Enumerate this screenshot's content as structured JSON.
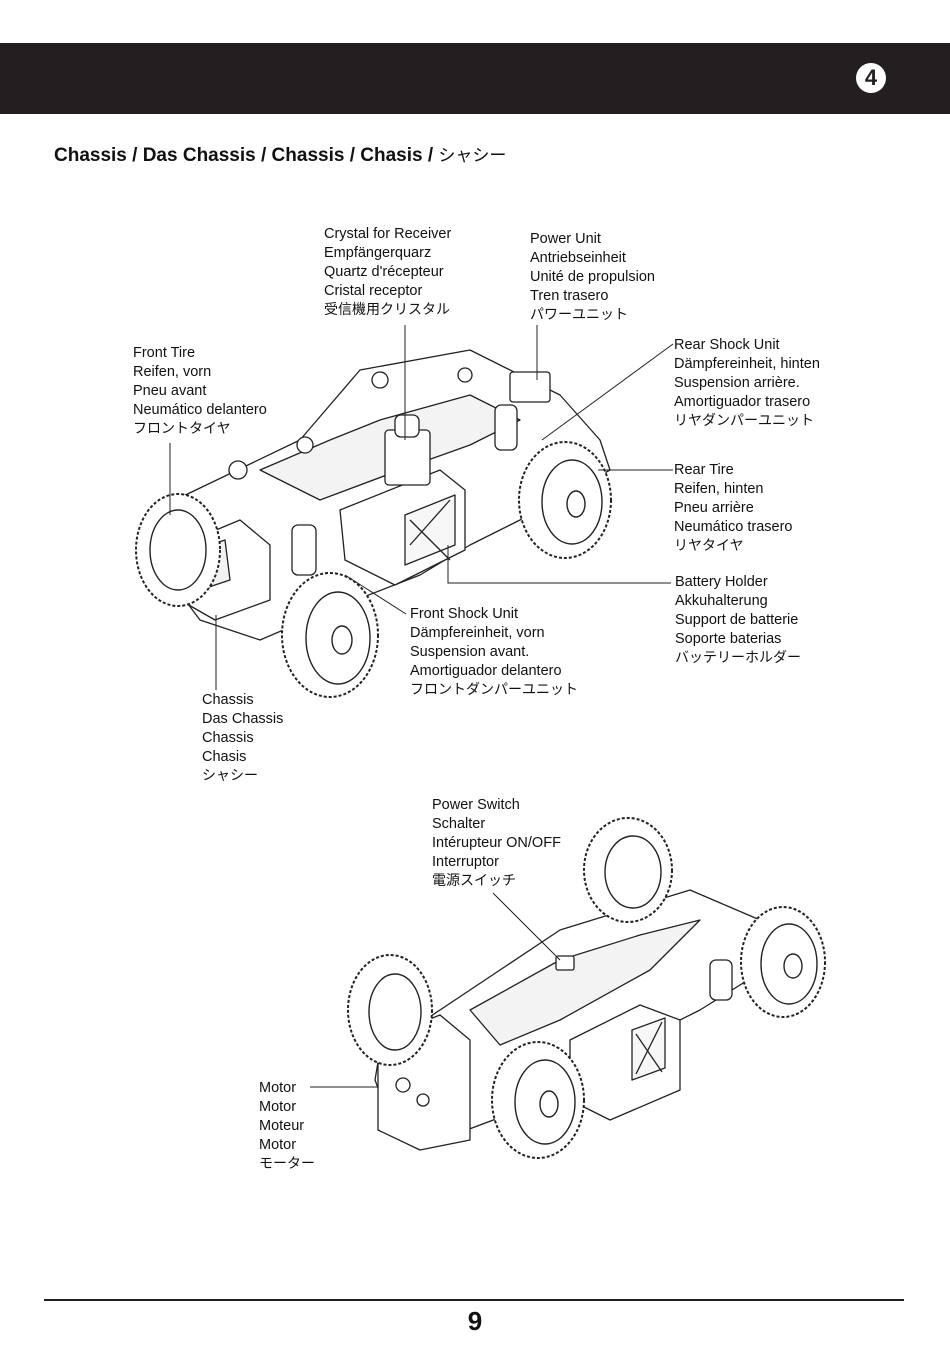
{
  "header": {
    "section_number": "4"
  },
  "title": {
    "main": "Chassis / Das Chassis / Chassis / Chasis /",
    "japanese": "シャシー"
  },
  "labels": {
    "crystal": {
      "en": "Crystal for Receiver",
      "de": "Empfängerquarz",
      "fr": "Quartz d'récepteur",
      "es": "Cristal receptor",
      "jp": "受信機用クリスタル"
    },
    "power_unit": {
      "en": "Power Unit",
      "de": "Antriebseinheit",
      "fr": "Unité de propulsion",
      "es": "Tren trasero",
      "jp": "パワーユニット"
    },
    "front_tire": {
      "en": "Front Tire",
      "de": "Reifen, vorn",
      "fr": "Pneu avant",
      "es": "Neumático delantero",
      "jp": "フロントタイヤ"
    },
    "rear_shock": {
      "en": "Rear Shock Unit",
      "de": "Dämpfereinheit, hinten",
      "fr": "Suspension arrière.",
      "es": "Amortiguador trasero",
      "jp": "リヤダンパーユニット"
    },
    "rear_tire": {
      "en": "Rear Tire",
      "de": "Reifen, hinten",
      "fr": "Pneu arrière",
      "es": "Neumático trasero",
      "jp": "リヤタイヤ"
    },
    "battery_holder": {
      "en": "Battery Holder",
      "de": "Akkuhalterung",
      "fr": "Support de batterie",
      "es": "Soporte baterias",
      "jp": "バッテリーホルダー"
    },
    "front_shock": {
      "en": "Front Shock Unit",
      "de": "Dämpfereinheit, vorn",
      "fr": "Suspension avant.",
      "es": "Amortiguador delantero",
      "jp": "フロントダンパーユニット"
    },
    "chassis": {
      "en": "Chassis",
      "de": "Das Chassis",
      "fr": "Chassis",
      "es": "Chasis",
      "jp": "シャシー"
    },
    "power_switch": {
      "en": "Power Switch",
      "de": "Schalter",
      "fr": "Intérupteur ON/OFF",
      "es": "Interruptor",
      "jp": "電源スイッチ"
    },
    "motor": {
      "en": "Motor",
      "de": "Motor",
      "fr": "Moteur",
      "es": "Motor",
      "jp": "モーター"
    }
  },
  "footer": {
    "page_number": "9"
  }
}
